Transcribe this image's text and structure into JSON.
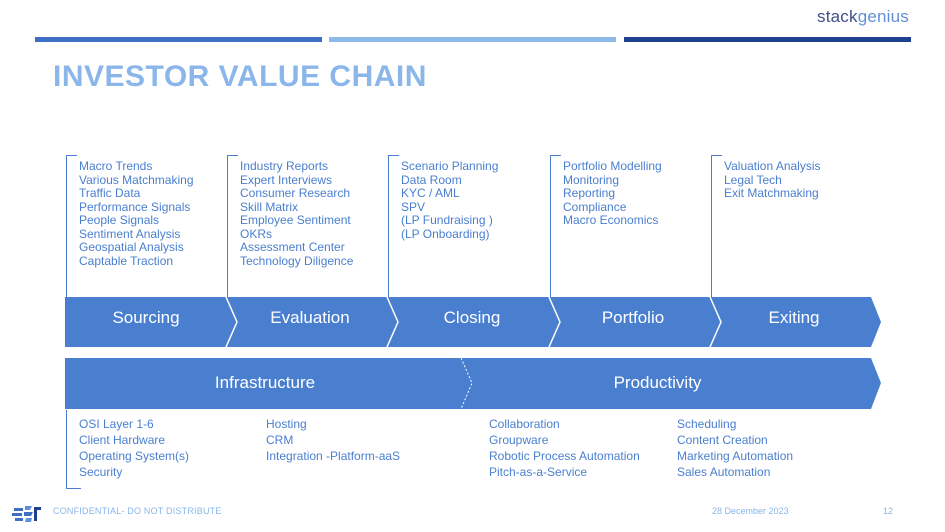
{
  "brand": {
    "name_part1": "stack",
    "name_part2": "genius"
  },
  "title": "INVESTOR VALUE CHAIN",
  "stages": [
    {
      "label": "Sourcing",
      "items": [
        "Macro Trends",
        "Various Matchmaking",
        "Traffic Data",
        "Performance Signals",
        "People Signals",
        "Sentiment Analysis",
        "Geospatial Analysis",
        "Captable Traction"
      ]
    },
    {
      "label": "Evaluation",
      "items": [
        "Industry Reports",
        "Expert Interviews",
        "Consumer Research",
        "Skill Matrix",
        "Employee Sentiment",
        "OKRs",
        "Assessment Center",
        "Technology Diligence"
      ]
    },
    {
      "label": "Closing",
      "items": [
        "Scenario Planning",
        "Data Room",
        "KYC / AML",
        "SPV",
        "(LP Fundraising )",
        "(LP Onboarding)"
      ]
    },
    {
      "label": "Portfolio",
      "items": [
        "Portfolio Modelling",
        "Monitoring",
        "Reporting",
        "Compliance",
        "Macro Economics"
      ]
    },
    {
      "label": "Exiting",
      "items": [
        "Valuation Analysis",
        "Legal Tech",
        "Exit Matchmaking"
      ]
    }
  ],
  "infrastructure": {
    "label": "Infrastructure",
    "columns": [
      [
        "OSI Layer 1-6",
        "Client Hardware",
        "Operating System(s)",
        "Security"
      ],
      [
        "Hosting",
        "CRM",
        "Integration -Platform-aaS"
      ]
    ]
  },
  "productivity": {
    "label": "Productivity",
    "columns": [
      [
        "Collaboration",
        "Groupware",
        "Robotic Process Automation",
        "Pitch-as-a-Service"
      ],
      [
        "Scheduling",
        "Content Creation",
        "Marketing Automation",
        "Sales Automation"
      ]
    ]
  },
  "footer": {
    "confidential": "CONFIDENTIAL- DO NOT DISTRIBUTE",
    "date": "28 December 2023",
    "page": "12"
  },
  "colors": {
    "chevron_fill": "#4a7fd0",
    "chevron_divider": "#ffffff",
    "title": "#8ab6ea",
    "text": "#4a7fd0"
  }
}
